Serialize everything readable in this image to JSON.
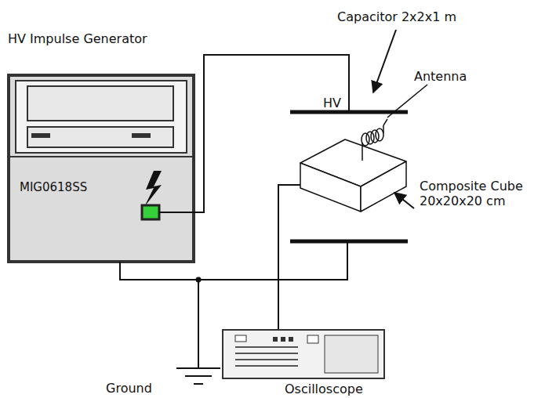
{
  "diagram": {
    "nodes": [
      {
        "text": [
          "HV Impulse Generator",
          "MIG0618SS"
        ]
      },
      {
        "text": [
          "Oscilloscope"
        ]
      }
    ],
    "labels": [
      "Capacitor 2x2x1 m",
      "HV",
      "Antenna",
      "Composite Cube 20x20x20 cm",
      "Ground"
    ]
  }
}
